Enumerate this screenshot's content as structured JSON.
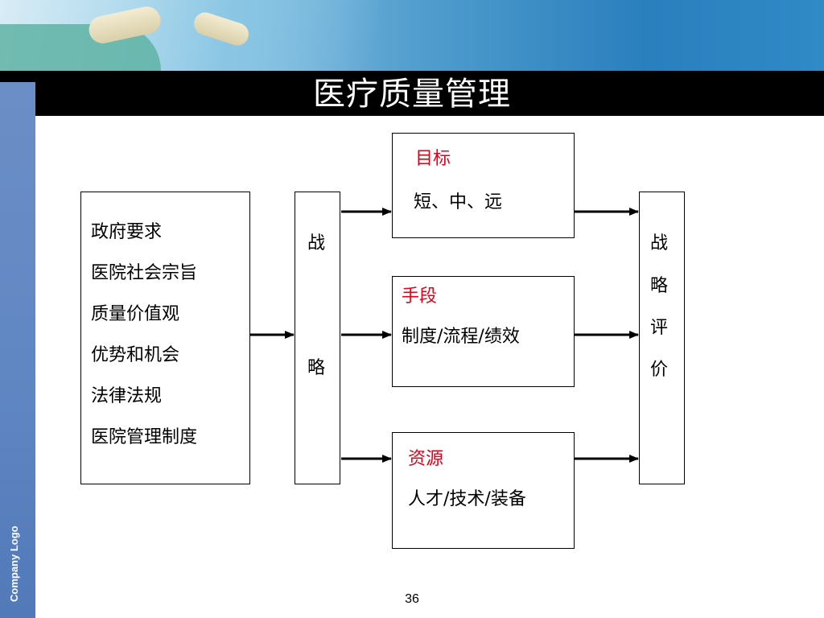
{
  "slide": {
    "title": "医疗质量管理",
    "logo": "Company Logo",
    "page_number": "36"
  },
  "diagram": {
    "inputs_box": {
      "lines": [
        "政府要求",
        "医院社会宗旨",
        "质量价值观",
        "优势和机会",
        "法律法规",
        "医院管理制度"
      ]
    },
    "strategy_box": {
      "chars": [
        "战",
        "略"
      ]
    },
    "goals_box": {
      "heading": "目标",
      "body": "短、中、远"
    },
    "means_box": {
      "heading": "手段",
      "body": "制度/流程/绩效"
    },
    "resources_box": {
      "heading": "资源",
      "body": "人才/技术/装备"
    },
    "evaluation_box": {
      "chars": [
        "战",
        "略",
        "评",
        "价"
      ]
    },
    "colors": {
      "heading": "#e3001b",
      "title_bar": "#000000",
      "side_strip": "#5f86c2"
    }
  }
}
